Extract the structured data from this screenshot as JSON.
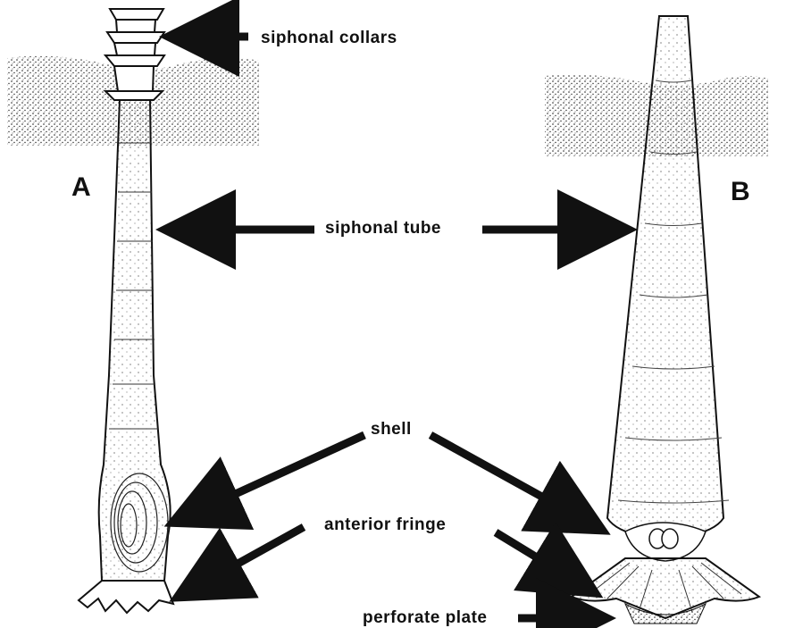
{
  "specimens": {
    "a": {
      "letter": "A"
    },
    "b": {
      "letter": "B"
    }
  },
  "labels": {
    "siphonal_collars": "siphonal  collars",
    "siphonal_tube": "siphonal  tube",
    "shell": "shell",
    "anterior_fringe": "anterior  fringe",
    "perforate_plate": "perforate  plate"
  },
  "colors": {
    "ink": "#111111",
    "background": "#ffffff"
  }
}
